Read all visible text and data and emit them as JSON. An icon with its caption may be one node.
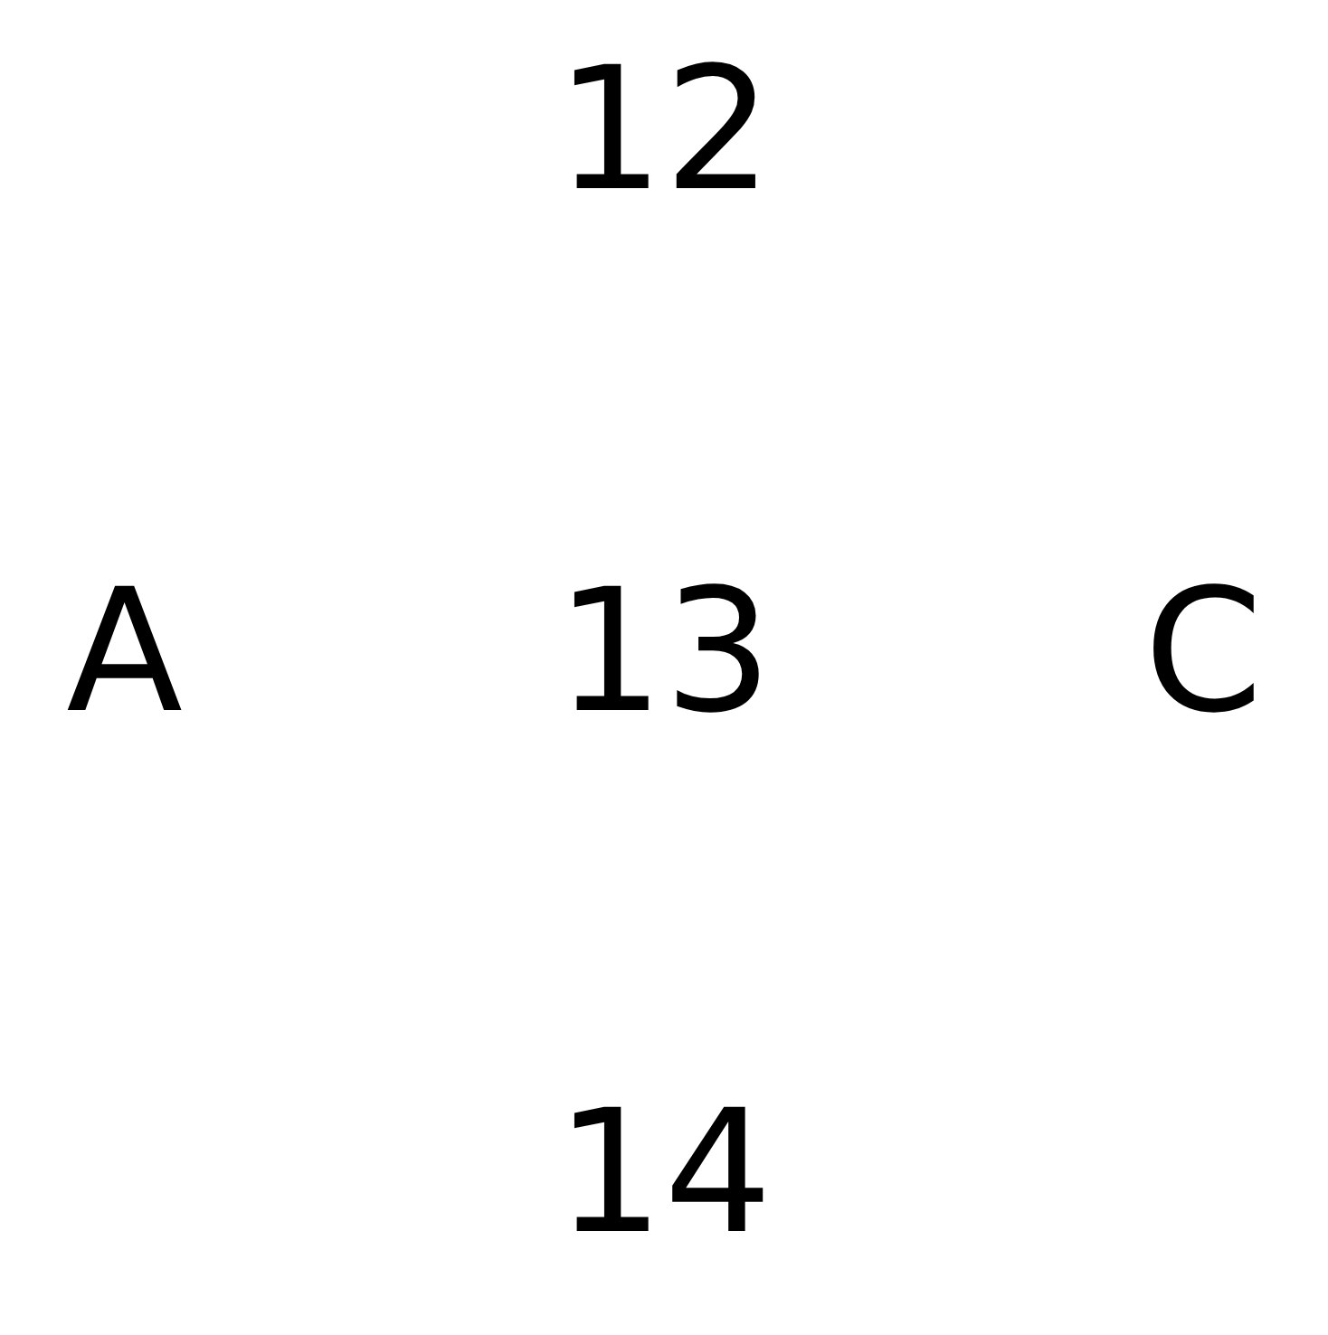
{
  "diagram": {
    "labels": [
      "12",
      "A",
      "13",
      "C",
      "14"
    ]
  }
}
